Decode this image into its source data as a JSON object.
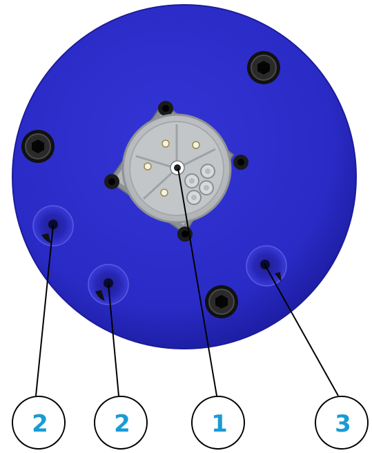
{
  "colors": {
    "plate": "#2a2bc6",
    "plate_edge": "#1c1c9a",
    "callout_number": "#1a9ad6",
    "callout_ring": "#000000",
    "leader_line": "#000000",
    "connector_body": "#c9ccce",
    "screw": "#1a1a1a"
  },
  "icons": {
    "center_part": "round-connector-icon",
    "mount_screw": "hex-socket-screw-icon",
    "mount_hole": "threaded-hole-icon"
  },
  "callouts": [
    {
      "label": "2",
      "target": "left-hole-upper"
    },
    {
      "label": "2",
      "target": "left-hole-lower"
    },
    {
      "label": "1",
      "target": "connector-center"
    },
    {
      "label": "3",
      "target": "right-hole"
    }
  ]
}
